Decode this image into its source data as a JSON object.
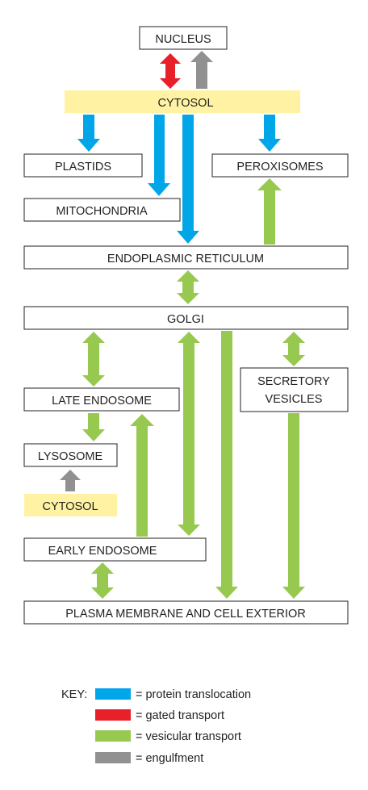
{
  "compartments": {
    "nucleus": "NUCLEUS",
    "cytosol_top": "CYTOSOL",
    "plastids": "PLASTIDS",
    "peroxisomes": "PEROXISOMES",
    "mitochondria": "MITOCHONDRIA",
    "er": "ENDOPLASMIC RETICULUM",
    "golgi": "GOLGI",
    "secretory_line1": "SECRETORY",
    "secretory_line2": "VESICLES",
    "late_endosome": "LATE ENDOSOME",
    "lysosome": "LYSOSOME",
    "cytosol_bottom": "CYTOSOL",
    "early_endosome": "EARLY ENDOSOME",
    "plasma_membrane": "PLASMA MEMBRANE AND CELL EXTERIOR"
  },
  "colors": {
    "protein_translocation": "#00a6e8",
    "gated_transport": "#e8202a",
    "vesicular_transport": "#97c950",
    "engulfment": "#919191",
    "cytosol_fill": "#fff3a3",
    "box_stroke": "#231f20"
  },
  "key": {
    "title": "KEY:",
    "items": [
      {
        "color_ref": "protein_translocation",
        "label": "= protein translocation"
      },
      {
        "color_ref": "gated_transport",
        "label": "= gated transport"
      },
      {
        "color_ref": "vesicular_transport",
        "label": "= vesicular transport"
      },
      {
        "color_ref": "engulfment",
        "label": "= engulfment"
      }
    ]
  }
}
